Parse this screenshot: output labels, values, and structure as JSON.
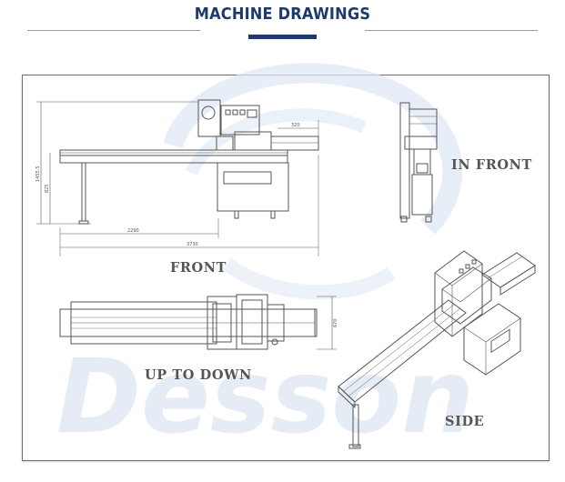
{
  "header": {
    "title": "MACHINE DRAWINGS"
  },
  "watermark": {
    "text": "Desson"
  },
  "views": {
    "front": "FRONT",
    "in_front": "IN FRONT",
    "up_to_down": "UP TO DOWN",
    "side": "SIDE"
  },
  "dimensions": {
    "d320": "320",
    "d1455": "1455.5",
    "d825": "825",
    "d2290": "2290",
    "d3730": "3730",
    "d670": "670"
  },
  "colors": {
    "title": "#1d3a6b",
    "label": "#555555",
    "line": "#555555",
    "watermark": "#dbe5f2"
  }
}
